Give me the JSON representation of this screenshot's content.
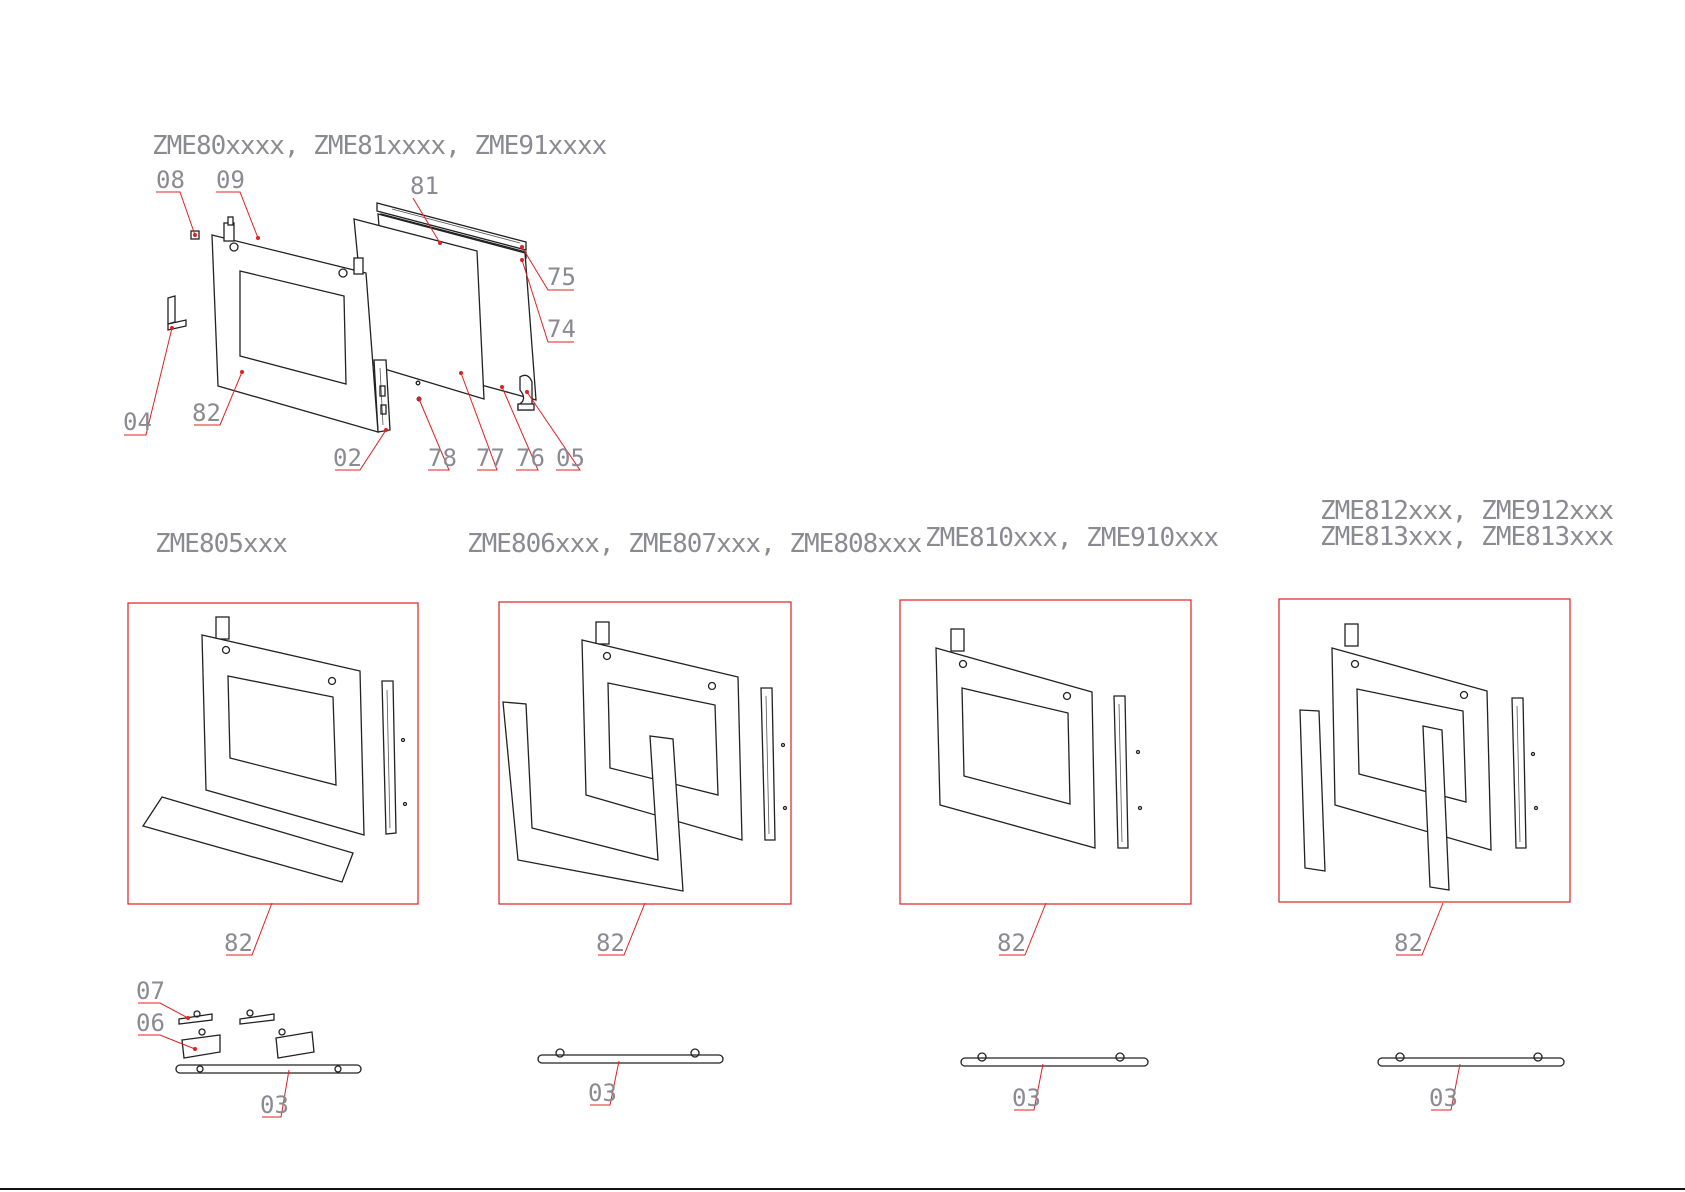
{
  "colors": {
    "leader": "#e02020",
    "line": "#222222",
    "caption": "#8a8a92"
  },
  "main": {
    "title": "ZME80xxxx, ZME81xxxx, ZME91xxxx",
    "labels": [
      "08",
      "09",
      "81",
      "75",
      "74",
      "04",
      "82",
      "02",
      "78",
      "77",
      "76",
      "05"
    ]
  },
  "variants": [
    {
      "line1": "ZME805xxx",
      "line2": "",
      "glass_label": "82",
      "handle_label": "03",
      "extra_labels": [
        "07",
        "06"
      ]
    },
    {
      "line1": "ZME806xxx, ZME807xxx, ZME808xxx",
      "line2": "",
      "glass_label": "82",
      "handle_label": "03"
    },
    {
      "line1": "ZME810xxx, ZME910xxx",
      "line2": "",
      "glass_label": "82",
      "handle_label": "03"
    },
    {
      "line1": "ZME812xxx, ZME912xxx",
      "line2": "ZME813xxx, ZME813xxx",
      "glass_label": "82",
      "handle_label": "03"
    }
  ]
}
